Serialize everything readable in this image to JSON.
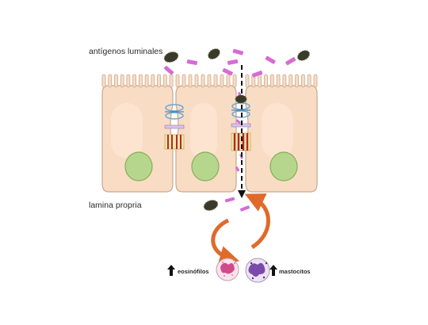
{
  "labels": {
    "luminal": "antígenos luminales",
    "lamina": "lamina propria",
    "eosinophils": "eosinófilos",
    "mast_cells": "mastocitos"
  },
  "colors": {
    "cell_fill": "#f9dcc4",
    "cell_stroke": "#c9a98c",
    "nucleus_fill": "#b6d68d",
    "nucleus_stroke": "#86ad5c",
    "antigen": "#d66bd6",
    "bacteria": "#3a3a2a",
    "cycle_arrow": "#e06a2a",
    "junction_red": "#b02a2a",
    "junction_blue": "#6aa8d8"
  },
  "icons": {
    "up_arrow": "bold-up-arrow-icon",
    "flow_arrow": "dashed-down-arrow-icon",
    "cycle": "circular-arrows-icon"
  }
}
